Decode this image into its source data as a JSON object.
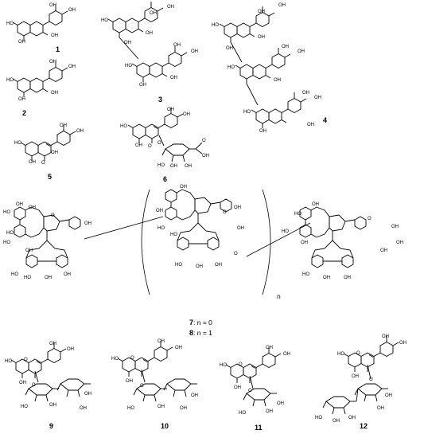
{
  "figure": {
    "compound_labels": [
      "1",
      "2",
      "3",
      "4",
      "5",
      "6",
      "9",
      "10",
      "11",
      "12"
    ],
    "ellagitannin_labels": {
      "c7": "7",
      "c7_rest": ": n = 0",
      "c8": "8",
      "c8_rest": ": n = 1"
    },
    "repeat_index": "n",
    "groups": {
      "hydroxyl": "OH",
      "carboxyl": "OH",
      "oxonium": "O",
      "charge": "+"
    }
  }
}
